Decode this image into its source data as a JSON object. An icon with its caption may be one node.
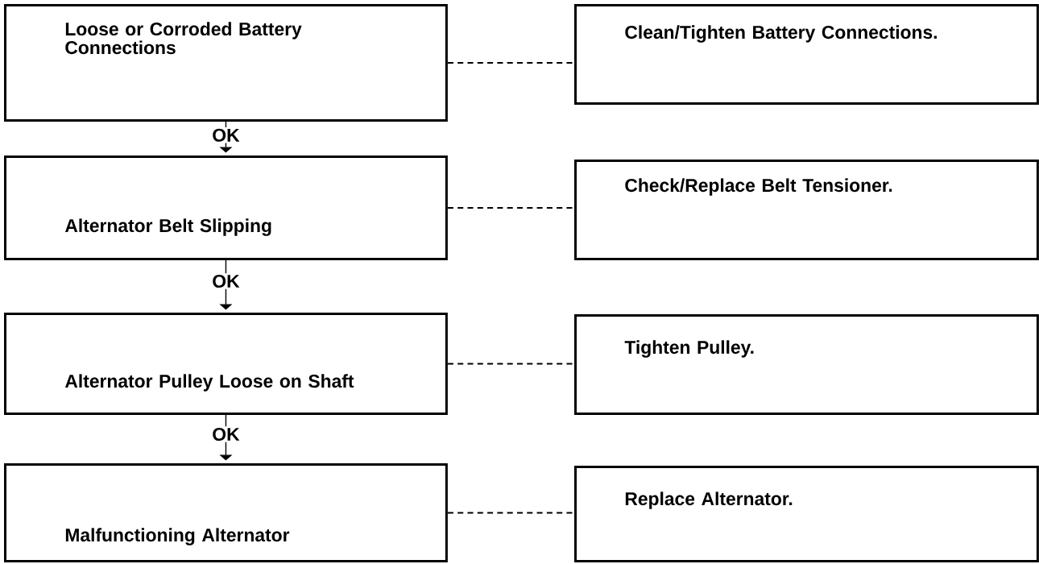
{
  "diagram": {
    "nodes": [
      {
        "text": [
          "Loose or Corroded Battery Connections"
        ]
      },
      {
        "text": [
          "Clean/Tighten Battery Connections."
        ]
      },
      {
        "text": [
          "Alternator Belt Slipping"
        ]
      },
      {
        "text": [
          "Check/Replace Belt Tensioner."
        ]
      },
      {
        "text": [
          "Alternator Pulley Loose on Shaft"
        ]
      },
      {
        "text": [
          "Tighten Pulley."
        ]
      },
      {
        "text": [
          "Malfunctioning Alternator"
        ]
      },
      {
        "text": [
          "Replace Alternator."
        ]
      }
    ],
    "edges": [
      {
        "from": 0,
        "to": 1,
        "arrow": "none",
        "style": "dashed"
      },
      {
        "from": 0,
        "to": 2,
        "arrow": "to",
        "label": "OK"
      },
      {
        "from": 2,
        "to": 3,
        "arrow": "none",
        "style": "dashed"
      },
      {
        "from": 2,
        "to": 4,
        "arrow": "to",
        "label": "OK"
      },
      {
        "from": 4,
        "to": 5,
        "arrow": "none",
        "style": "dashed"
      },
      {
        "from": 4,
        "to": 6,
        "arrow": "to",
        "label": "OK"
      },
      {
        "from": 6,
        "to": 7,
        "arrow": "none",
        "style": "dashed"
      }
    ]
  }
}
